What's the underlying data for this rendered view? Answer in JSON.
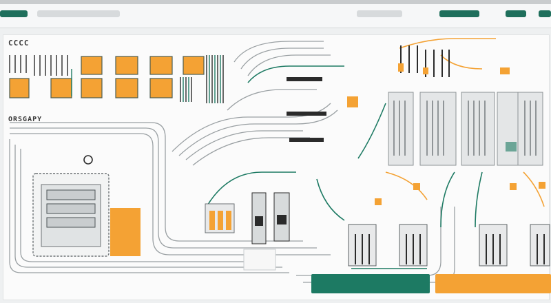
{
  "header": {
    "tab_pill_color": "#1f6f5c",
    "search_pill_color": "#d7dadc",
    "action_pill_color": "#1f6f5c"
  },
  "labels": {
    "top_left_glyph": "CCCC",
    "mid_left_glyph": "ORSGAPY"
  },
  "palette": {
    "orange": "#f4a234",
    "teal": "#1d7a63",
    "gray_line": "#9aa0a3",
    "dark": "#2b2b2b",
    "panel": "#e4e6e7"
  },
  "bottom_bars": [
    {
      "name": "teal-bar",
      "color": "#1d7a63"
    },
    {
      "name": "orange-bar",
      "color": "#f4a234"
    }
  ]
}
